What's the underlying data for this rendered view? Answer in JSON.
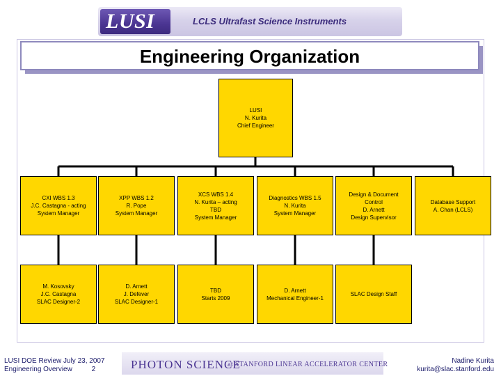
{
  "header": {
    "logo_text": "LUSI",
    "tagline": "LCLS Ultrafast Science Instruments",
    "title": "Engineering Organization"
  },
  "colors": {
    "node_fill": "#ffd700",
    "brand_purple": "#4b3592",
    "frame_border": "#c9c4e2"
  },
  "org": {
    "root": {
      "lines": [
        "LUSI",
        "N. Kurita",
        "Chief Engineer"
      ]
    },
    "branches": [
      {
        "top": [
          "CXI WBS 1.3",
          "J.C. Castagna - acting",
          "System Manager"
        ],
        "sub": [
          "M. Kosovsky",
          "J.C. Castagna",
          "SLAC Designer-2"
        ]
      },
      {
        "top": [
          "XPP WBS 1.2",
          "R. Pope",
          "System Manager"
        ],
        "sub": [
          "D. Arnett",
          "J. Defever",
          "SLAC Designer-1"
        ]
      },
      {
        "top": [
          "XCS WBS 1.4",
          "N. Kurita – acting",
          "TBD",
          "System Manager"
        ],
        "sub": [
          "TBD",
          "Starts 2009"
        ]
      },
      {
        "top": [
          "Diagnostics WBS 1.5",
          "N. Kurita",
          "System Manager"
        ],
        "sub": [
          "D. Arnett",
          "Mechanical Engineer-1"
        ]
      },
      {
        "top": [
          "Design & Document",
          "Control",
          "D. Arnett",
          "Design Supervisor"
        ],
        "sub": [
          "SLAC Design Staff"
        ]
      },
      {
        "top": [
          "Database Support",
          "A. Chan (LCLS)"
        ]
      }
    ]
  },
  "footer": {
    "left": "LUSI DOE Review July 23, 2007\nEngineering Overview          2",
    "center_main": "PHOTON SCIENCE",
    "center_sub": "at STANFORD LINEAR ACCELERATOR CENTER",
    "right_name": "Nadine Kurita",
    "right_email": "kurita@slac.stanford.edu"
  }
}
